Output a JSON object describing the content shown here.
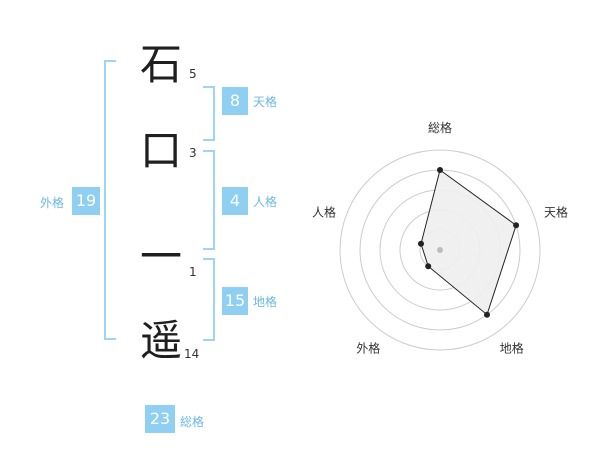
{
  "name": {
    "chars": [
      {
        "char": "石",
        "strokes": "5"
      },
      {
        "char": "口",
        "strokes": "3"
      },
      {
        "char": "一",
        "strokes": "1"
      },
      {
        "char": "遥",
        "strokes": "14"
      }
    ]
  },
  "kakaku": {
    "tenkaku": {
      "value": "8",
      "label": "天格"
    },
    "jinkaku": {
      "value": "4",
      "label": "人格"
    },
    "chikaku": {
      "value": "15",
      "label": "地格"
    },
    "gaikaku": {
      "value": "19",
      "label": "外格"
    },
    "soukaku": {
      "value": "23",
      "label": "総格"
    }
  },
  "chart_data": {
    "type": "radar",
    "axes": [
      "総格",
      "天格",
      "地格",
      "外格",
      "人格"
    ],
    "values": [
      4,
      4,
      4,
      1,
      1
    ],
    "max": 5,
    "rings": 5,
    "colors": {
      "fill": "#eeeeee",
      "line": "#222222",
      "grid": "#cccccc",
      "center": "#bbbbbb"
    }
  }
}
